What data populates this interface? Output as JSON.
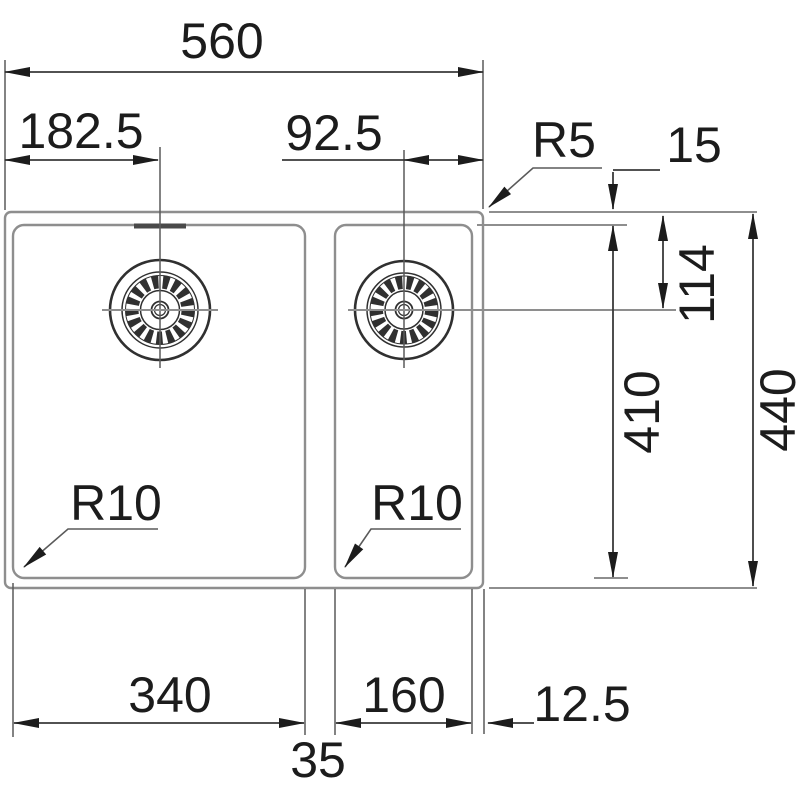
{
  "drawing": {
    "type": "technical-dimension-drawing",
    "subject": "double-bowl undermount kitchen sink, top view"
  },
  "colors": {
    "ink": "#1c1c1c",
    "dim": "#3a3a3a",
    "ext": "#5a5a5a",
    "outline": "#8e8e8e",
    "drain": "#303030",
    "bg": "#ffffff"
  },
  "dimensions": {
    "total_width": "560",
    "left_drain_offset": "182.5",
    "right_drain_offset": "92.5",
    "top_corner_radius": "R5",
    "rim_width": "15",
    "drain_center_depth": "114",
    "bowl_length": "410",
    "overall_length": "440",
    "left_bowl_corner_radius": "R10",
    "right_bowl_corner_radius": "R10",
    "left_bowl_width": "340",
    "right_bowl_width": "160",
    "divider_width": "35",
    "right_margin": "12.5"
  }
}
